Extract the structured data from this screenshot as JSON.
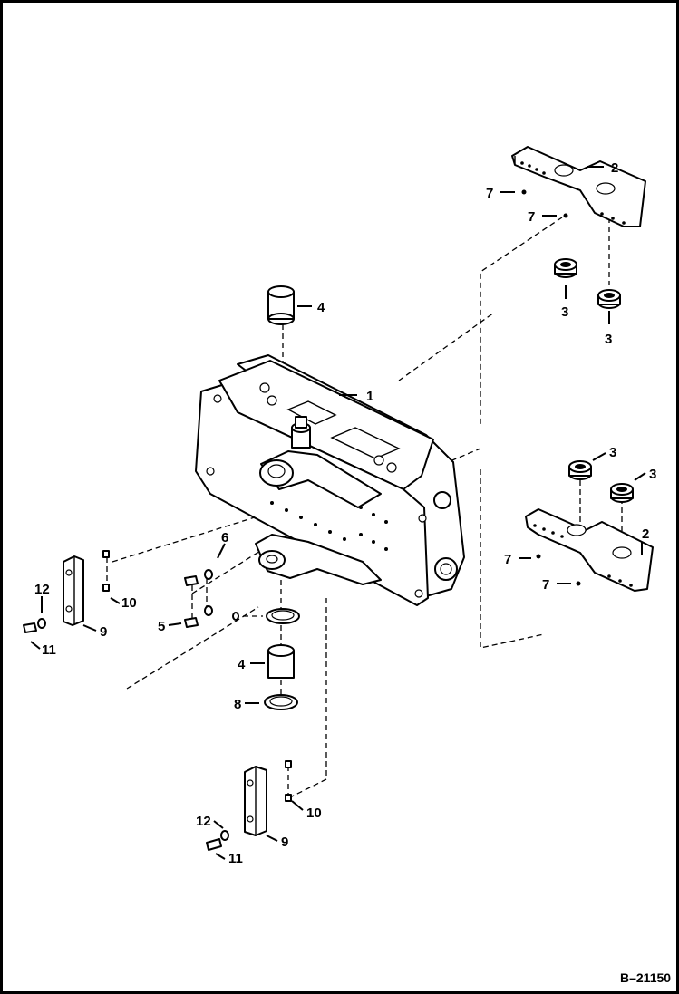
{
  "drawing": {
    "reference_number": "B–21150",
    "callouts": [
      {
        "id": "c-2-top",
        "label": "2"
      },
      {
        "id": "c-7-top-a",
        "label": "7"
      },
      {
        "id": "c-7-top-b",
        "label": "7"
      },
      {
        "id": "c-3-top-a",
        "label": "3"
      },
      {
        "id": "c-3-top-b",
        "label": "3"
      },
      {
        "id": "c-4-top",
        "label": "4"
      },
      {
        "id": "c-1",
        "label": "1"
      },
      {
        "id": "c-3-mid-a",
        "label": "3"
      },
      {
        "id": "c-3-mid-b",
        "label": "3"
      },
      {
        "id": "c-2-mid",
        "label": "2"
      },
      {
        "id": "c-7-mid-a",
        "label": "7"
      },
      {
        "id": "c-7-mid-b",
        "label": "7"
      },
      {
        "id": "c-6",
        "label": "6"
      },
      {
        "id": "c-12-left",
        "label": "12"
      },
      {
        "id": "c-10-left",
        "label": "10"
      },
      {
        "id": "c-5",
        "label": "5"
      },
      {
        "id": "c-9-left",
        "label": "9"
      },
      {
        "id": "c-11-left",
        "label": "11"
      },
      {
        "id": "c-4-bottom",
        "label": "4"
      },
      {
        "id": "c-8",
        "label": "8"
      },
      {
        "id": "c-10-bottom",
        "label": "10"
      },
      {
        "id": "c-12-bottom",
        "label": "12"
      },
      {
        "id": "c-9-bottom",
        "label": "9"
      },
      {
        "id": "c-11-bottom",
        "label": "11"
      }
    ]
  }
}
